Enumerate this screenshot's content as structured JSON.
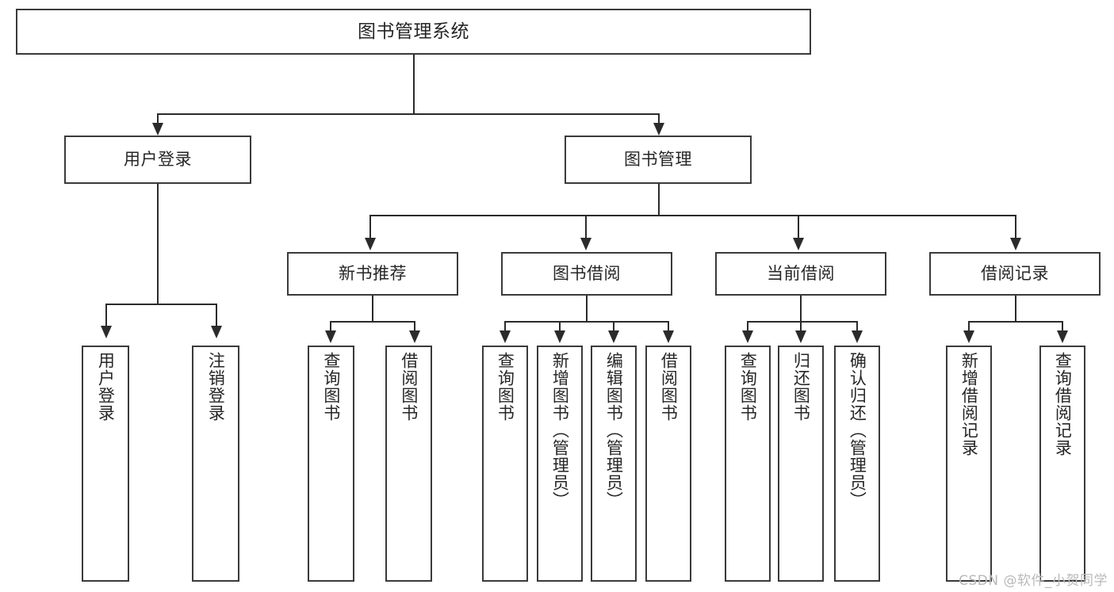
{
  "diagram": {
    "title": "图书管理系统",
    "type": "hierarchy-tree",
    "watermark": "CSDN @软件_小贺同学",
    "root": {
      "id": "root",
      "label": "图书管理系统"
    },
    "level2": [
      {
        "id": "user-login",
        "label": "用户登录"
      },
      {
        "id": "book-manage",
        "label": "图书管理"
      }
    ],
    "level3": [
      {
        "id": "new-book-recommend",
        "label": "新书推荐",
        "parent": "book-manage"
      },
      {
        "id": "book-borrow",
        "label": "图书借阅",
        "parent": "book-manage"
      },
      {
        "id": "current-borrow",
        "label": "当前借阅",
        "parent": "book-manage"
      },
      {
        "id": "borrow-record",
        "label": "借阅记录",
        "parent": "book-manage"
      }
    ],
    "leaves": [
      {
        "id": "leaf-user-login",
        "label": "用户登录",
        "parent": "user-login"
      },
      {
        "id": "leaf-logout-login",
        "label": "注销登录",
        "parent": "user-login"
      },
      {
        "id": "leaf-query-book-1",
        "label": "查询图书",
        "parent": "new-book-recommend"
      },
      {
        "id": "leaf-borrow-book-1",
        "label": "借阅图书",
        "parent": "new-book-recommend"
      },
      {
        "id": "leaf-query-book-2",
        "label": "查询图书",
        "parent": "book-borrow"
      },
      {
        "id": "leaf-add-book",
        "label": "新增图书（管理员）",
        "parent": "book-borrow"
      },
      {
        "id": "leaf-edit-book",
        "label": "编辑图书（管理员）",
        "parent": "book-borrow"
      },
      {
        "id": "leaf-borrow-book-2",
        "label": "借阅图书",
        "parent": "book-borrow"
      },
      {
        "id": "leaf-query-book-3",
        "label": "查询图书",
        "parent": "current-borrow"
      },
      {
        "id": "leaf-return-book",
        "label": "归还图书",
        "parent": "current-borrow"
      },
      {
        "id": "leaf-confirm-return",
        "label": "确认归还（管理员）",
        "parent": "current-borrow"
      },
      {
        "id": "leaf-add-record",
        "label": "新增借阅记录",
        "parent": "borrow-record"
      },
      {
        "id": "leaf-query-record",
        "label": "查询借阅记录",
        "parent": "borrow-record"
      }
    ],
    "colors": {
      "box_border": "#3a3a3a",
      "connector": "#2b2b2b",
      "background": "#ffffff",
      "text": "#262626",
      "watermark": "#b9b9b9"
    }
  }
}
